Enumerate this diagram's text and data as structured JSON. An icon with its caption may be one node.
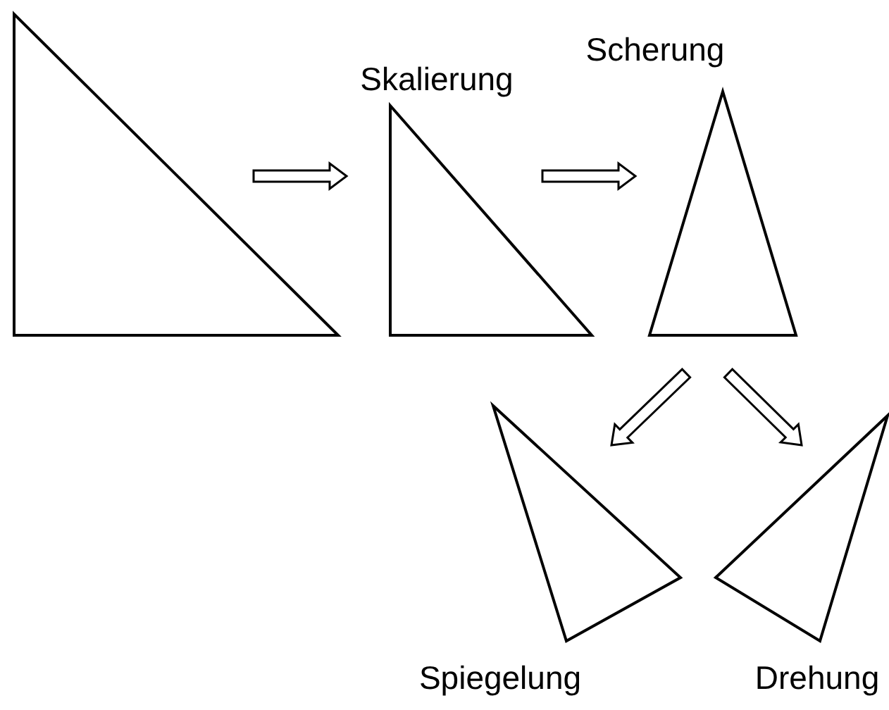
{
  "diagram": {
    "nodes": [
      {
        "text": [],
        "shape": "triangle"
      },
      {
        "text": [],
        "shape": "triangle",
        "beside": [
          "Skalierung"
        ]
      },
      {
        "text": [],
        "shape": "triangle",
        "beside": [
          "Scherung"
        ]
      },
      {
        "text": [],
        "shape": "triangle",
        "beside": [
          "Spiegelung"
        ]
      },
      {
        "text": [],
        "shape": "triangle",
        "beside": [
          "Drehung"
        ]
      }
    ],
    "edges": [
      {
        "from": 0,
        "to": 1,
        "arrow": "to"
      },
      {
        "from": 1,
        "to": 2,
        "arrow": "to"
      },
      {
        "from": 2,
        "to": 3,
        "arrow": "to"
      },
      {
        "from": 2,
        "to": 4,
        "arrow": "to"
      }
    ]
  }
}
